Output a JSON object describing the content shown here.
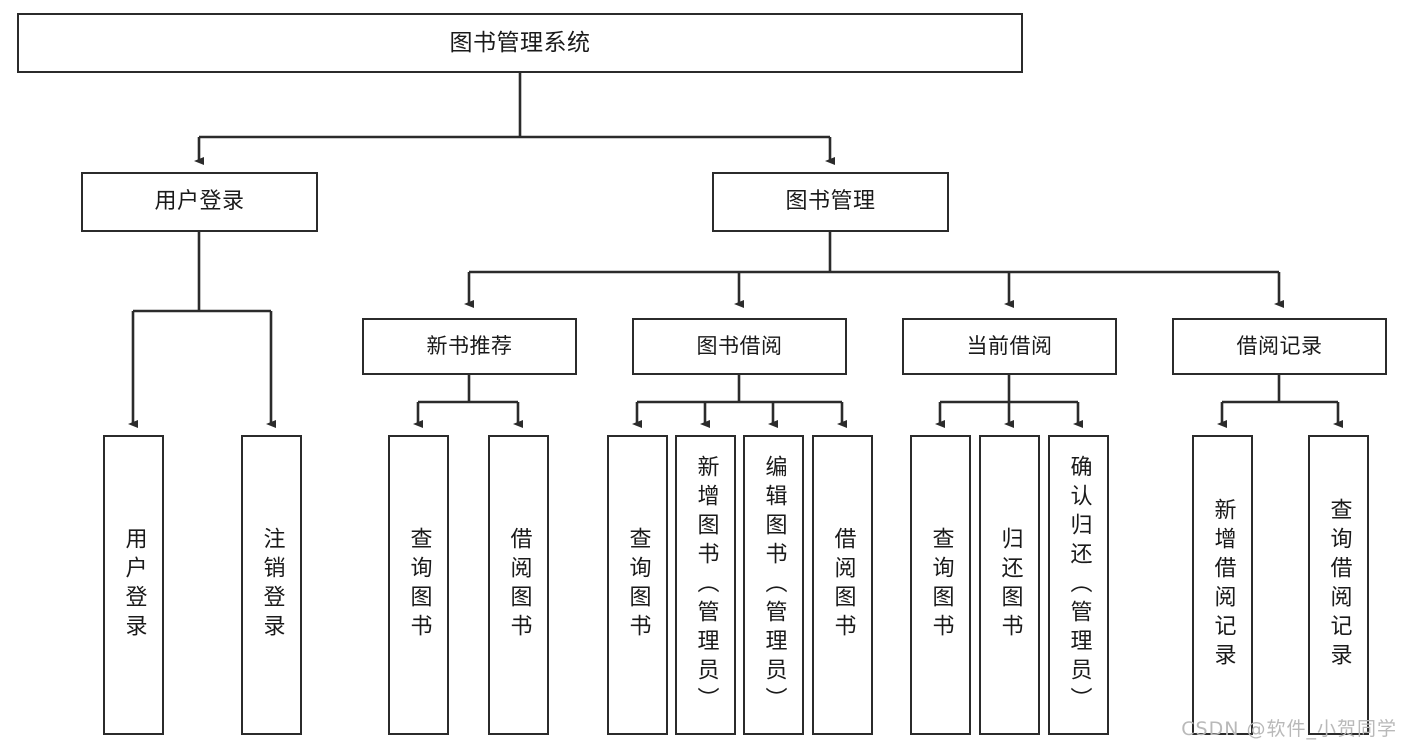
{
  "diagram": {
    "title": "图书管理系统",
    "type": "hierarchy-tree",
    "colors": {
      "box_border": "#2b2b2b",
      "box_fill": "#ffffff",
      "edge": "#2b2b2b",
      "text": "#1a1a1a",
      "watermark": "#b9b9b9",
      "background": "#ffffff"
    },
    "root": {
      "label": "图书管理系统"
    },
    "level1": [
      {
        "label": "用户登录"
      },
      {
        "label": "图书管理"
      }
    ],
    "level2": [
      {
        "label": "新书推荐"
      },
      {
        "label": "图书借阅"
      },
      {
        "label": "当前借阅"
      },
      {
        "label": "借阅记录"
      }
    ],
    "leaves": {
      "user_login": [
        {
          "label": "用户登录"
        },
        {
          "label": "注销登录"
        }
      ],
      "new_book_recommend": [
        {
          "label": "查询图书"
        },
        {
          "label": "借阅图书"
        }
      ],
      "book_borrow": [
        {
          "label": "查询图书"
        },
        {
          "label": "新增图书（管理员）"
        },
        {
          "label": "编辑图书（管理员）"
        },
        {
          "label": "借阅图书"
        }
      ],
      "current_borrow": [
        {
          "label": "查询图书"
        },
        {
          "label": "归还图书"
        },
        {
          "label": "确认归还（管理员）"
        }
      ],
      "borrow_record": [
        {
          "label": "新增借阅记录"
        },
        {
          "label": "查询借阅记录"
        }
      ]
    }
  },
  "watermark": {
    "text": "CSDN @软件_小贺同学"
  }
}
